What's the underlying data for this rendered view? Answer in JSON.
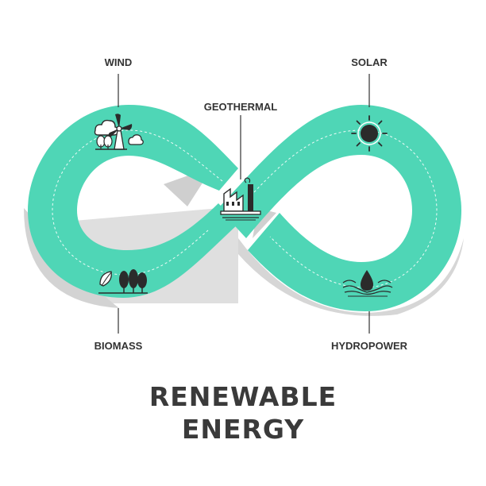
{
  "title": {
    "line1": "RENEWABLE",
    "line2": "ENERGY"
  },
  "colors": {
    "band": "#4fd6b6",
    "shadow": "#dcdcdc",
    "icon_dark": "#2b2b2b",
    "text": "#333333"
  },
  "nodes": [
    {
      "id": "wind",
      "label": "WIND",
      "icon": "wind-turbine-icon"
    },
    {
      "id": "geothermal",
      "label": "GEOTHERMAL",
      "icon": "factory-icon"
    },
    {
      "id": "solar",
      "label": "SOLAR",
      "icon": "sun-icon"
    },
    {
      "id": "biomass",
      "label": "BIOMASS",
      "icon": "trees-icon"
    },
    {
      "id": "hydropower",
      "label": "HYDROPOWER",
      "icon": "water-drop-icon"
    }
  ]
}
